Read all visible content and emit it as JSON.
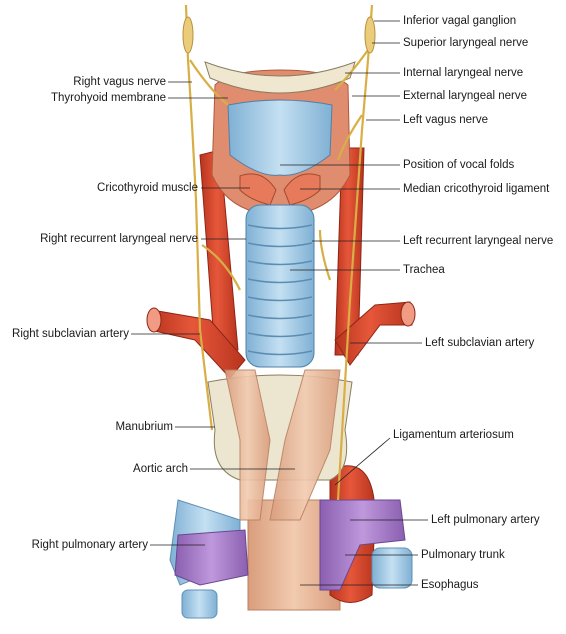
{
  "labels_right": {
    "inferior_vagal_ganglion": "Inferior vagal ganglion",
    "superior_laryngeal_nerve": "Superior laryngeal nerve",
    "internal_laryngeal_nerve": "Internal laryngeal nerve",
    "external_laryngeal_nerve": "External laryngeal nerve",
    "left_vagus_nerve": "Left vagus nerve",
    "position_of_vocal_folds": "Position of vocal folds",
    "median_cricothyroid_ligament": "Median cricothyroid ligament",
    "left_recurrent_laryngeal_nerve": "Left recurrent laryngeal nerve",
    "trachea": "Trachea",
    "left_subclavian_artery": "Left subclavian artery",
    "ligamentum_arteriosum": "Ligamentum arteriosum",
    "left_pulmonary_artery": "Left pulmonary artery",
    "pulmonary_trunk": "Pulmonary trunk",
    "esophagus": "Esophagus"
  },
  "labels_left": {
    "right_vagus_nerve": "Right vagus nerve",
    "thyrohyoid_membrane": "Thyrohyoid membrane",
    "cricothyroid_muscle": "Cricothyroid muscle",
    "right_recurrent_laryngeal_nerve": "Right recurrent laryngeal nerve",
    "right_subclavian_artery": "Right subclavian artery",
    "manubrium": "Manubrium",
    "aortic_arch": "Aortic arch",
    "right_pulmonary_artery": "Right pulmonary artery"
  },
  "colors": {
    "artery": "#d9472b",
    "cartilage": "#a9cfe8",
    "nerve": "#e8c56a",
    "muscle": "#e0957a",
    "esophagus": "#e9b99a",
    "bone": "#e8e2cf",
    "pulmonary": "#a57ac7"
  }
}
